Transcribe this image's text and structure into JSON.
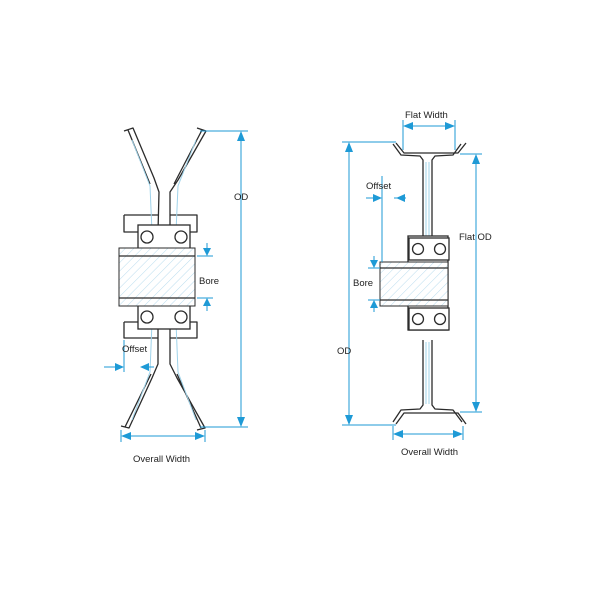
{
  "left_view": {
    "labels": {
      "od": "OD",
      "bore": "Bore",
      "offset": "Offset",
      "overall_width": "Overall Width"
    }
  },
  "right_view": {
    "labels": {
      "flat_width": "Flat Width",
      "offset": "Offset",
      "flat_od": "Flat OD",
      "bore": "Bore",
      "od": "OD",
      "overall_width": "Overall Width"
    }
  },
  "colors": {
    "dimension_lines": "#1e9ad6",
    "outline": "#2b2b2b",
    "hidden_edges": "#9fd3ea"
  }
}
